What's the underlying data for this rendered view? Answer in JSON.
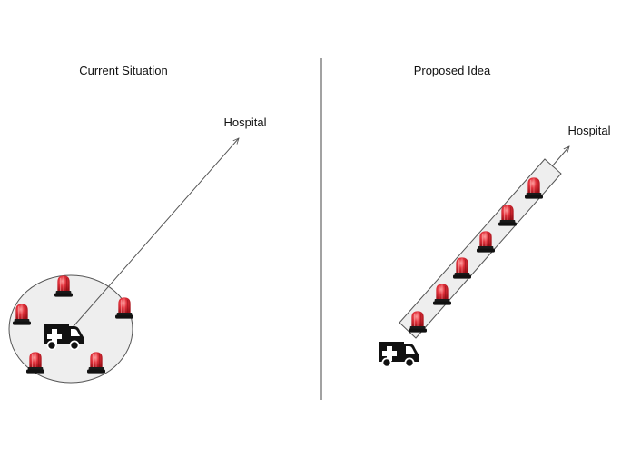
{
  "left_panel": {
    "title": "Current Situation",
    "destination_label": "Hospital"
  },
  "right_panel": {
    "title": "Proposed Idea",
    "destination_label": "Hospital"
  },
  "icons": {
    "siren": "siren-light-icon",
    "ambulance": "ambulance-icon"
  },
  "colors": {
    "siren_red": "#e0303a",
    "siren_dark": "#b4141c",
    "siren_base": "#1a1a1a",
    "zone_fill": "#eeeeee",
    "zone_stroke": "#555555",
    "arrow": "#555555",
    "divider": "#444444",
    "ambulance": "#111111"
  }
}
